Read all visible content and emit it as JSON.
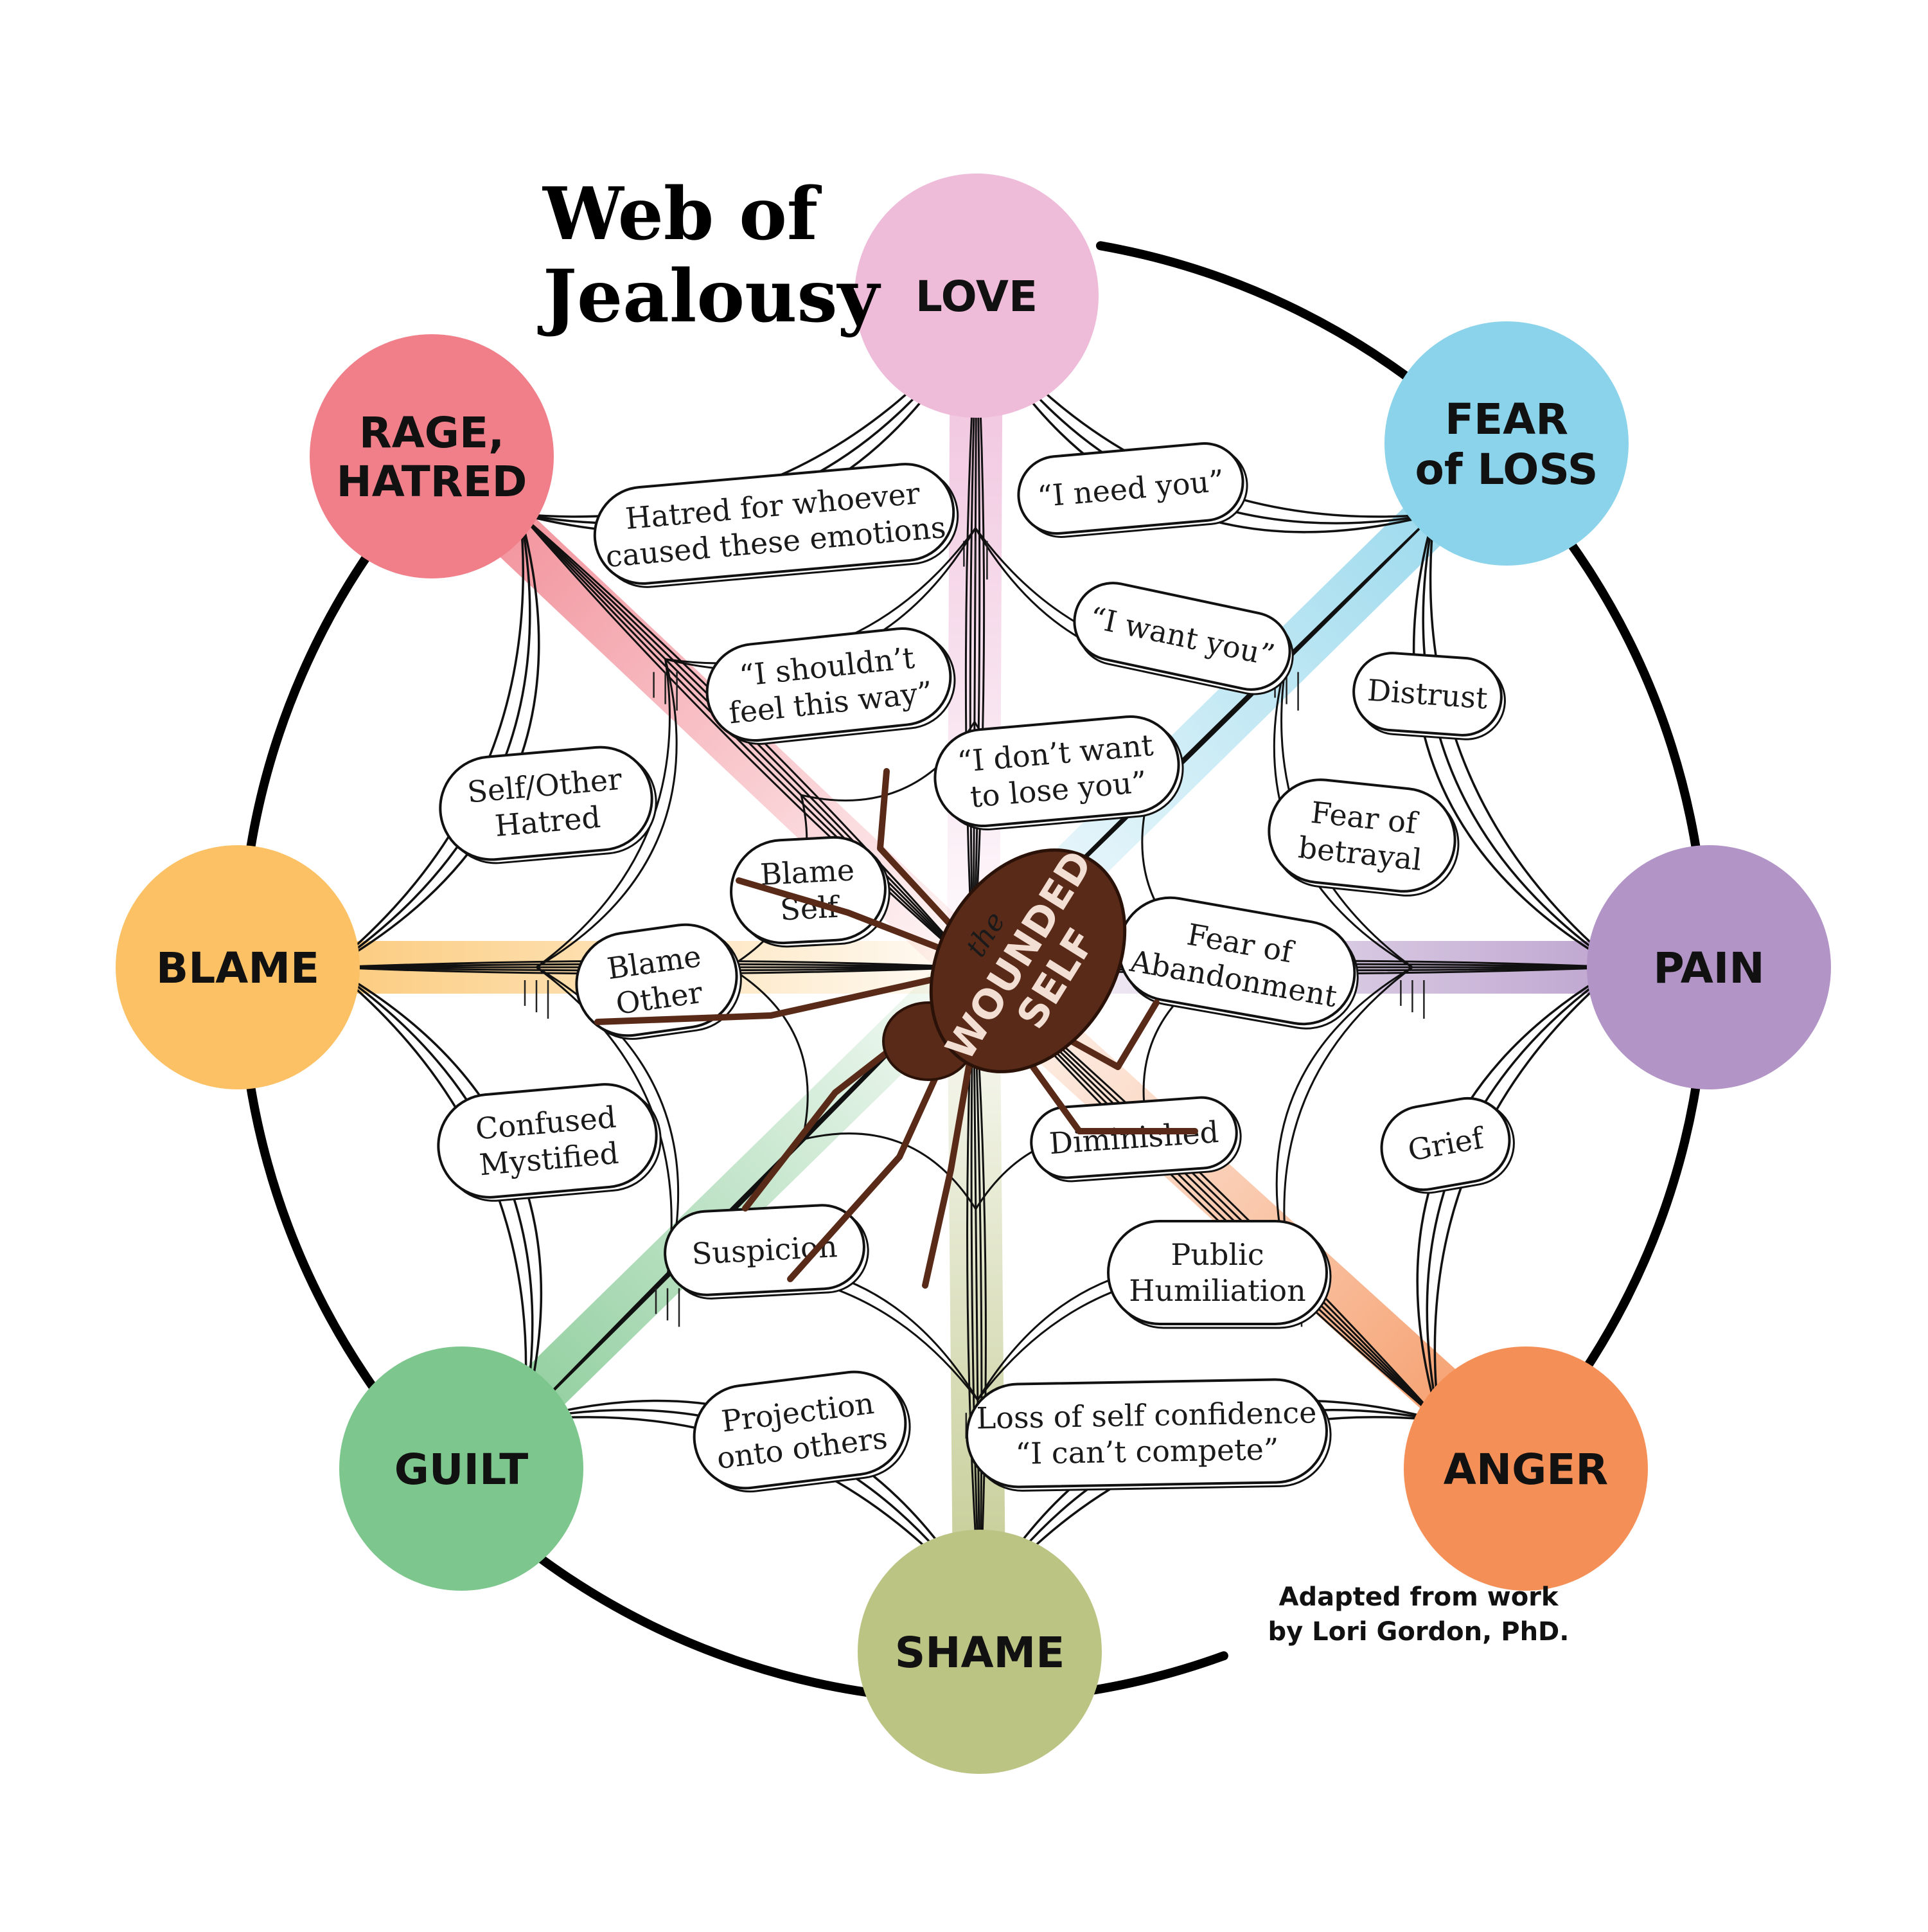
{
  "title": {
    "line1": "Web of",
    "line2": "Jealousy"
  },
  "credit": {
    "line1": "Adapted from work",
    "line2": "by Lori Gordon, PhD."
  },
  "center": {
    "word1": "the",
    "word2": "WOUNDED",
    "word3": "SELF",
    "body_color": "#5a2a18",
    "text_color": "#f3ded3"
  },
  "ring_color": "#000000",
  "emotions": [
    {
      "id": "love",
      "lines": [
        "LOVE"
      ],
      "color": "#eebbd9"
    },
    {
      "id": "fear-of-loss",
      "lines": [
        "FEAR",
        "of LOSS"
      ],
      "color": "#8ad3ea"
    },
    {
      "id": "pain",
      "lines": [
        "PAIN"
      ],
      "color": "#b294c6"
    },
    {
      "id": "anger",
      "lines": [
        "ANGER"
      ],
      "color": "#f49057"
    },
    {
      "id": "shame",
      "lines": [
        "SHAME"
      ],
      "color": "#bcc484"
    },
    {
      "id": "guilt",
      "lines": [
        "GUILT"
      ],
      "color": "#7dc68d"
    },
    {
      "id": "blame",
      "lines": [
        "BLAME"
      ],
      "color": "#fbc164"
    },
    {
      "id": "rage-hatred",
      "lines": [
        "RAGE,",
        "HATRED"
      ],
      "color": "#f07f8a"
    }
  ],
  "thoughts": [
    {
      "id": "hatred-for-whoever",
      "lines": [
        "Hatred for whoever",
        "caused these emotions"
      ]
    },
    {
      "id": "i-need-you",
      "lines": [
        "“I need you”"
      ]
    },
    {
      "id": "i-want-you",
      "lines": [
        "“I want you”"
      ]
    },
    {
      "id": "i-shouldnt-feel",
      "lines": [
        "“I shouldn’t",
        "feel this way”"
      ]
    },
    {
      "id": "distrust",
      "lines": [
        "Distrust"
      ]
    },
    {
      "id": "i-dont-want-to-lose-you",
      "lines": [
        "“I don’t want",
        "to lose you”"
      ]
    },
    {
      "id": "self-other-hatred",
      "lines": [
        "Self/Other",
        "Hatred"
      ]
    },
    {
      "id": "fear-of-betrayal",
      "lines": [
        "Fear of",
        "betrayal"
      ]
    },
    {
      "id": "blame-self",
      "lines": [
        "Blame",
        "Self"
      ]
    },
    {
      "id": "fear-of-abandonment",
      "lines": [
        "Fear of",
        "Abandonment"
      ]
    },
    {
      "id": "blame-other",
      "lines": [
        "Blame",
        "Other"
      ]
    },
    {
      "id": "confused-mystified",
      "lines": [
        "Confused",
        "Mystified"
      ]
    },
    {
      "id": "grief",
      "lines": [
        "Grief"
      ]
    },
    {
      "id": "diminished",
      "lines": [
        "Diminished"
      ]
    },
    {
      "id": "suspicion",
      "lines": [
        "Suspicion"
      ]
    },
    {
      "id": "public-humiliation",
      "lines": [
        "Public",
        "Humiliation"
      ]
    },
    {
      "id": "projection-onto-others",
      "lines": [
        "Projection",
        "onto others"
      ]
    },
    {
      "id": "loss-of-self-confidence",
      "lines": [
        "Loss of self confidence",
        "“I can’t compete”"
      ]
    }
  ]
}
